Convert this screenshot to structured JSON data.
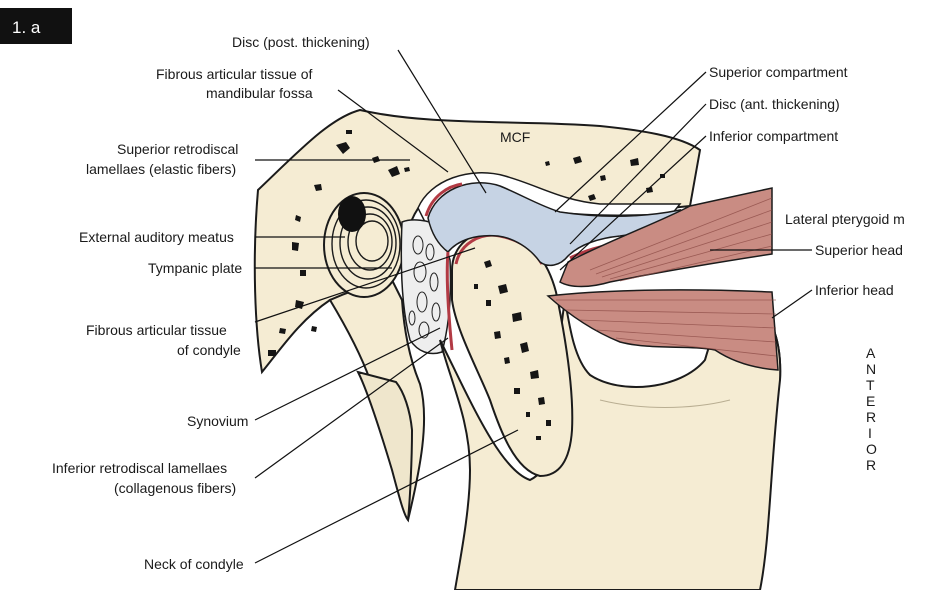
{
  "figure_label": "1. a",
  "labels": {
    "disc_post": "Disc (post. thickening)",
    "fibrous_fossa_1": "Fibrous articular tissue of",
    "fibrous_fossa_2": "mandibular fossa",
    "superior_retro_1": "Superior retrodiscal",
    "superior_retro_2": "lamellaes (elastic fibers)",
    "external_meatus": "External auditory meatus",
    "tympanic_plate": "Tympanic plate",
    "fibrous_condyle_1": "Fibrous articular tissue",
    "fibrous_condyle_2": "of condyle",
    "synovium": "Synovium",
    "inferior_retro_1": "Inferior retrodiscal lamellaes",
    "inferior_retro_2": "(collagenous fibers)",
    "neck_condyle": "Neck of condyle",
    "superior_compartment": "Superior compartment",
    "disc_ant": "Disc (ant. thickening)",
    "inferior_compartment": "Inferior compartment",
    "lateral_pterygoid": "Lateral pterygoid m",
    "superior_head": "Superior head",
    "inferior_head": "Inferior head",
    "mcf": "MCF",
    "anterior": [
      "A",
      "N",
      "T",
      "E",
      "R",
      "I",
      "O",
      "R"
    ]
  },
  "colors": {
    "bone": "#f5ecd3",
    "disc": "#c6d3e4",
    "muscle": "#c98c83",
    "retrodiscal": "#b23a44",
    "badge": "#111111"
  }
}
